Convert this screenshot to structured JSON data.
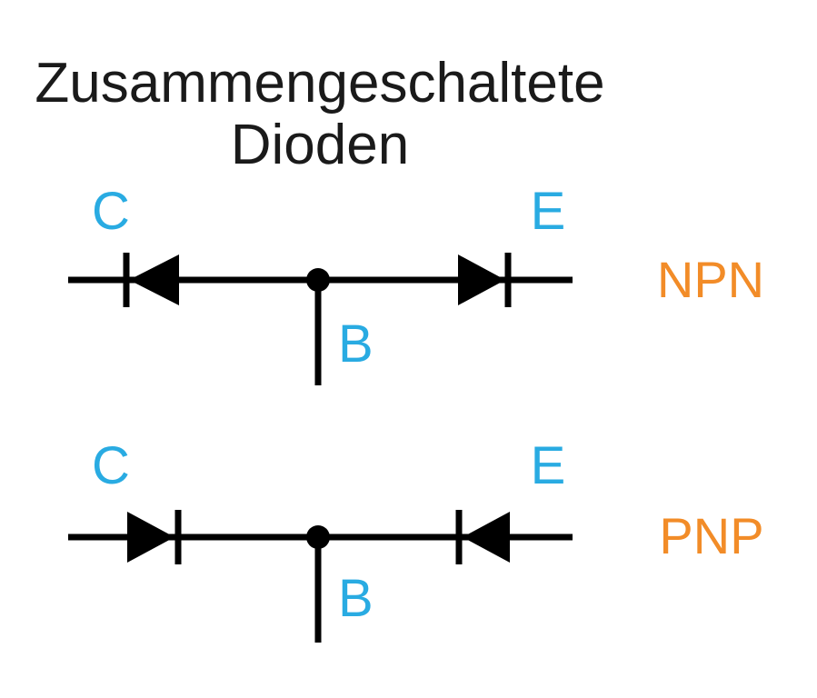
{
  "title": {
    "line1": "Zusammengeschaltete",
    "line2": "Dioden"
  },
  "colors": {
    "title": "#1a1a1a",
    "terminal_label": "#29ABE2",
    "transistor_label": "#F28C28",
    "stroke": "#000000",
    "background": "#FFFFFF"
  },
  "circuits": [
    {
      "type_label": "NPN",
      "collector_label": "C",
      "emitter_label": "E",
      "base_label": "B",
      "diode_orientation": "anodes joined at base node, cathode bars facing C and E"
    },
    {
      "type_label": "PNP",
      "collector_label": "C",
      "emitter_label": "E",
      "base_label": "B",
      "diode_orientation": "cathode bars facing base node, anodes facing C and E"
    }
  ]
}
